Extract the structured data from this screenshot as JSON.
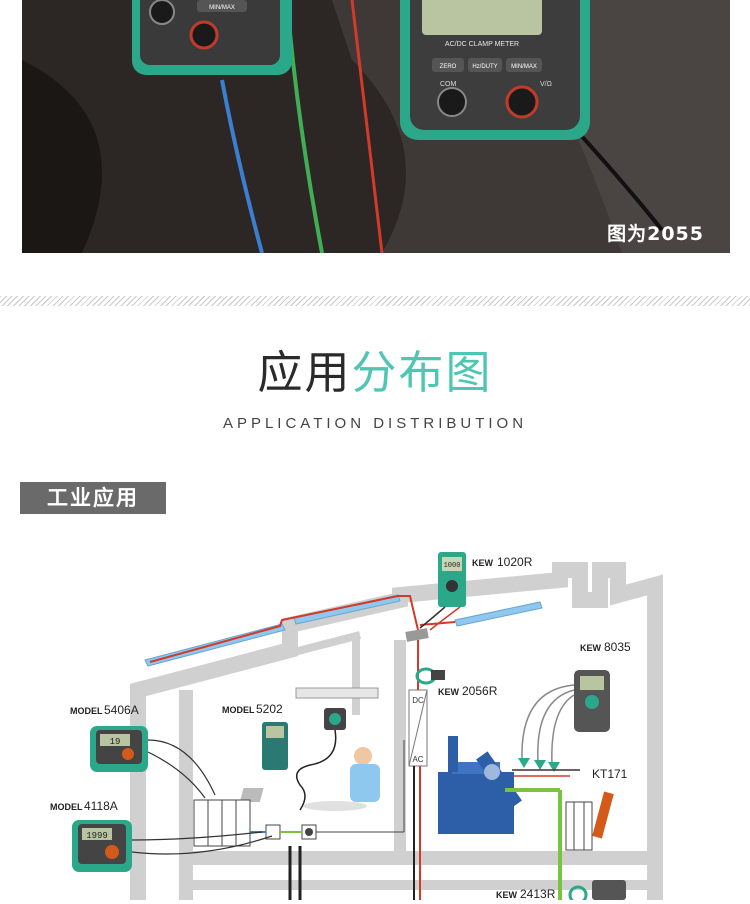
{
  "photo": {
    "caption": "图为2055",
    "meter_left_label": "MIN/MAX",
    "meter_right_title": "AC/DC CLAMP METER",
    "meter_right_buttons": [
      "ZERO",
      "Hz/DUTY",
      "MIN/MAX"
    ],
    "meter_right_com": "COM",
    "meter_right_v": "V/Ω"
  },
  "section": {
    "title_dark": "应用",
    "title_accent": "分布图",
    "subtitle": "APPLICATION DISTRIBUTION"
  },
  "tag": {
    "label": "工业应用"
  },
  "diagram": {
    "labels": {
      "kew1020r_prefix": "KEW",
      "kew1020r": "1020R",
      "kew8035_prefix": "KEW",
      "kew8035": "8035",
      "kew2056r_prefix": "KEW",
      "kew2056r": "2056R",
      "model5202_prefix": "MODEL",
      "model5202": "5202",
      "model5406a_prefix": "MODEL",
      "model5406a": "5406A",
      "model4118a_prefix": "MODEL",
      "model4118a": "4118A",
      "kt171": "KT171",
      "kew2413r_prefix": "KEW",
      "kew2413r": "2413R",
      "dc": "DC",
      "ac": "AC",
      "screen_1020": "1000",
      "screen_5406": "19",
      "screen_4118": "1999"
    },
    "colors": {
      "teal": "#2aa889",
      "wire_red": "#d23a2a",
      "wire_green": "#7cc241",
      "wire_blue": "#3b7fd0",
      "building": "#d8d8d8",
      "solar": "#8ec8ee"
    }
  }
}
